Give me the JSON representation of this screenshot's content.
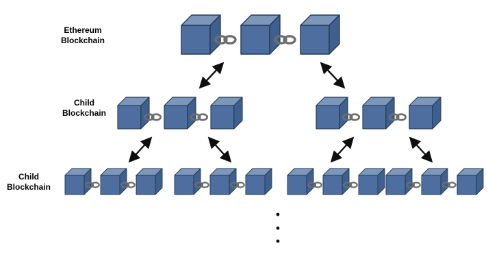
{
  "diagram": {
    "labels": {
      "level1": "Ethereum Blockchain",
      "level2": "Child Blockchain",
      "level3": "Child Blockchain"
    },
    "structure": {
      "level1": {
        "chains": 1,
        "blocks_per_chain": 3
      },
      "level2": {
        "chains": 2,
        "blocks_per_chain": 3
      },
      "level3": {
        "chains": 4,
        "blocks_per_chain": 3
      }
    },
    "icons": {
      "block": "3d-cube",
      "connector": "chain-link",
      "level_link": "double-headed-arrow",
      "continuation": "vertical-ellipsis"
    },
    "colors": {
      "cube_top": "#7d97ba",
      "cube_front": "#4d6e9e",
      "cube_side": "#3f608e",
      "cube_outline": "#223a57",
      "chain_link": "#6d6d6d",
      "arrow": "#0f0f0f",
      "background": "#ffffff"
    }
  }
}
